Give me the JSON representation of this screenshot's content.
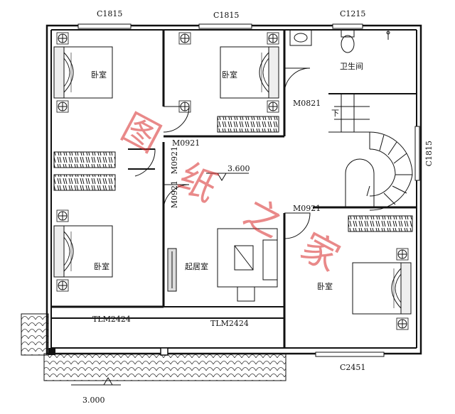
{
  "windows": {
    "w_top_left": "C1815",
    "w_top_mid": "C1815",
    "w_top_right": "C1215",
    "w_right": "C1815",
    "w_bottom": "C2451"
  },
  "doors": {
    "d_bath": "M0821",
    "d_bed2": "M0921",
    "d_bed1": "M0921",
    "d_bed3": "M0921",
    "d_bed4": "M0921",
    "slide_left": "TLM2424",
    "slide_right": "TLM2424"
  },
  "rooms": {
    "bed_tl": "卧室",
    "bed_tm": "卧室",
    "bed_bl": "卧室",
    "bed_br": "卧室",
    "bath": "卫生间",
    "living": "起居室"
  },
  "levels": {
    "floor": "3.600",
    "terrace": "3.000"
  },
  "stair": {
    "down": "下"
  },
  "watermark": [
    "图",
    "纸",
    "之",
    "家"
  ],
  "colors": {
    "line": "#111111",
    "watermark": "#d72828"
  }
}
